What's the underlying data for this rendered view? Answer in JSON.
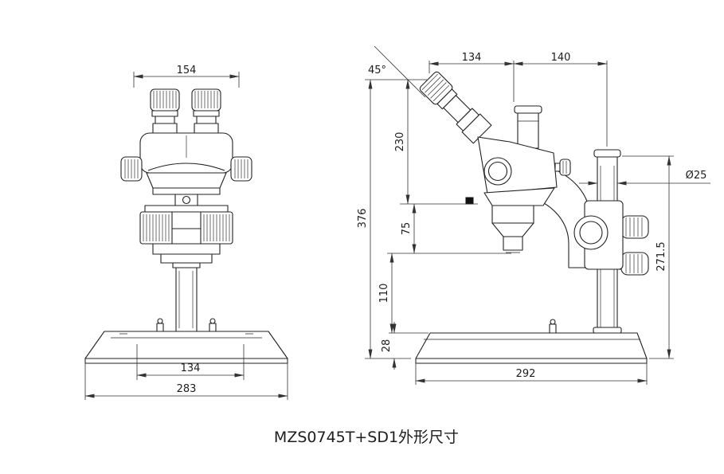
{
  "caption": "MZS0745T+SD1外形尺寸",
  "front_view": {
    "head_width": "154",
    "clip_span": "134",
    "base_width": "283"
  },
  "side_view": {
    "eyepiece_angle": "45°",
    "head_depth": "134",
    "arm_depth": "140",
    "head_height": "230",
    "total_height": "376",
    "objective_height": "75",
    "working_height": "110",
    "base_height": "28",
    "column_diameter": "Ø25",
    "column_height": "271.5",
    "base_depth": "292"
  }
}
